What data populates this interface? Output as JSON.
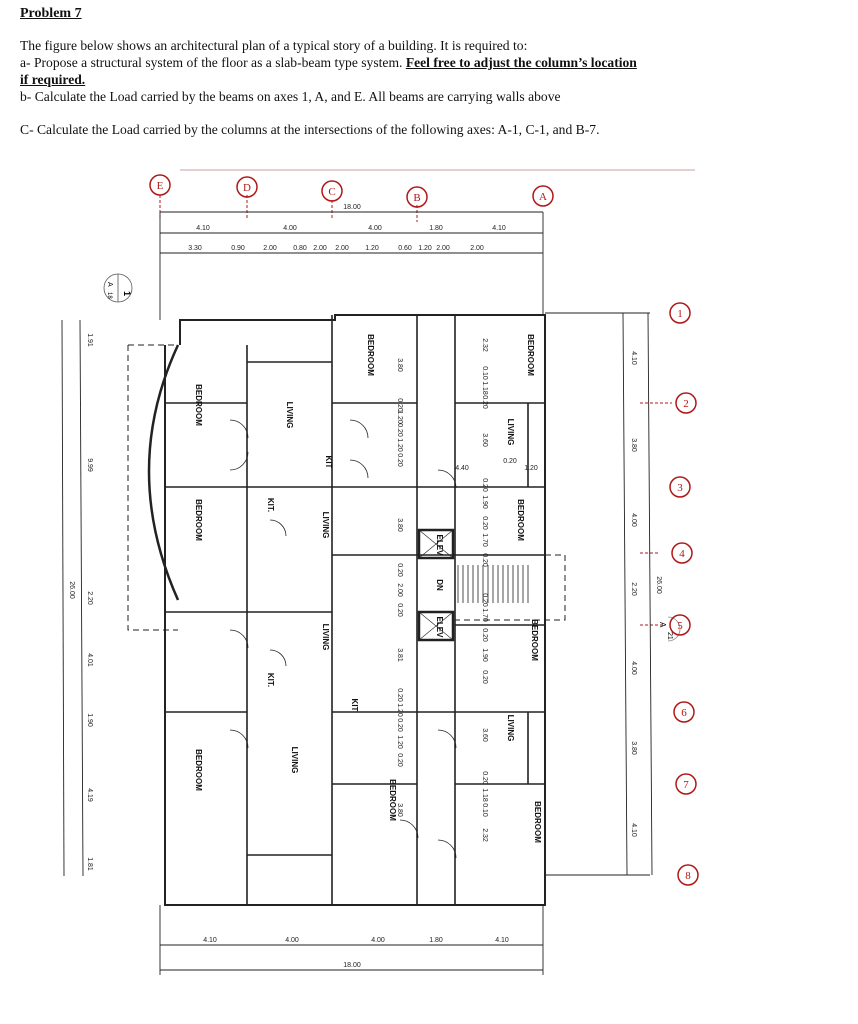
{
  "problem": {
    "title": "Problem 7",
    "intro": "The figure below shows an architectural plan of a typical story of a building.  It is required to:",
    "a_text": "a- Propose a structural system of the floor as a slab-beam type system. ",
    "a_bold": "Feel free to adjust the column’s location if required.",
    "b_text": "b- Calculate  the Load carried by the beams on axes 1, A, and E. All beams are carrying walls above",
    "c_text": "C- Calculate the Load carried by the columns  at the intersections  of the following  axes: A-1, C-1, and B-7."
  },
  "plan": {
    "column_axes": [
      "E",
      "D",
      "C",
      "B",
      "A"
    ],
    "row_axes": [
      "1",
      "2",
      "3",
      "4",
      "5",
      "6",
      "7",
      "8"
    ],
    "top_total": "18.00",
    "top_row1": [
      "4.10",
      "4.00",
      "4.00",
      "1.80",
      "4.10"
    ],
    "top_row2": [
      "3.30",
      "0.90",
      "2.00",
      "0.80",
      "2.00",
      "2.00",
      "1.20",
      "0.60",
      "1.20",
      "2.00",
      "2.00"
    ],
    "bottom_row": [
      "4.10",
      "4.00",
      "4.00",
      "1.80",
      "4.10"
    ],
    "bottom_total": "18.00",
    "right_dims": [
      "4.10",
      "3.80",
      "4.00",
      "2.20",
      "4.00",
      "3.80",
      "4.10"
    ],
    "right_total": "26.00",
    "left_dims": [
      "1.91",
      "9.99",
      "2.20",
      "4.01",
      "1.90",
      "4.19",
      "1.81"
    ],
    "left_total": "26.00",
    "interior_dims_left_col": [
      "3.80",
      "0.20",
      "1.20",
      "0.20",
      "1.20",
      "0.20",
      "3.80",
      "0.20",
      "2.00",
      "0.20",
      "3.81",
      "0.20",
      "1.20",
      "0.20",
      "1.20",
      "0.20",
      "3.80"
    ],
    "interior_dims_right_col": [
      "2.32",
      "0.10",
      "1.18",
      "0.20",
      "3.60",
      "0.20",
      "1.90",
      "0.20",
      "1.70",
      "0.20",
      "0.20",
      "1.70",
      "0.20",
      "1.90",
      "0.20",
      "3.60",
      "0.20",
      "1.18",
      "0.10",
      "2.32"
    ],
    "interior_dims_horizontal": [
      "4.40",
      "0.20",
      "1.20"
    ],
    "rooms": [
      "BEDROOM",
      "BEDROOM",
      "BEDROOM",
      "LIVING",
      "LIVING",
      "LIVING",
      "LIVING",
      "BEDROOM",
      "BEDROOM",
      "KIT.",
      "KIT",
      "KIT.",
      "KIT",
      "BEDROOM",
      "LIVING",
      "BEDROOM",
      "BEDROOM",
      "LIVING",
      "BEDROOM",
      "ELEV",
      "ELEV",
      "DN"
    ],
    "section_marks": [
      {
        "num": "1",
        "sheet": "A",
        "page": "18"
      },
      {
        "num": "A",
        "sheet": "",
        "page": "21"
      }
    ],
    "colors": {
      "annotation_red": "#b01818",
      "line": "#222222"
    }
  }
}
